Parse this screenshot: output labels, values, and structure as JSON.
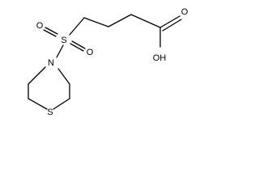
{
  "diagram_type": "skeletal-structure",
  "atom_labels": {
    "oxygen_top": "O",
    "oxygen_bottom": "O",
    "sulfur_sulfonyl": "S",
    "nitrogen_ring": "N",
    "sulfur_ring": "S",
    "hydroxyl": "OH",
    "oxygen_carbonyl": "O"
  }
}
